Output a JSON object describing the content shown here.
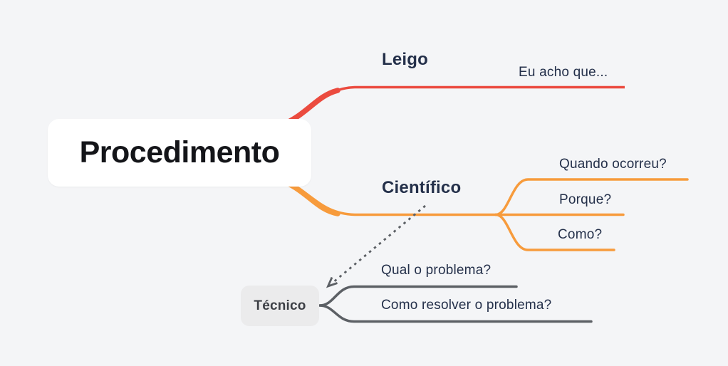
{
  "root": {
    "label": "Procedimento"
  },
  "branches": [
    {
      "name": "Leigo",
      "color": "#eb4b3f",
      "children": [
        "Eu acho que..."
      ]
    },
    {
      "name": "Científico",
      "color": "#f79b3c",
      "children": [
        "Quando ocorreu?",
        "Porque?",
        "Como?"
      ]
    },
    {
      "name": "Técnico",
      "color": "#5c6065",
      "children": [
        "Qual o problema?",
        "Como resolver o problema?"
      ]
    }
  ],
  "relationship": {
    "from": "Científico",
    "to": "Técnico",
    "style": "dotted-arrow",
    "color": "#5c6065"
  },
  "colors": {
    "background": "#f4f5f7",
    "root_bg": "#ffffff",
    "root_text": "#141519",
    "branch_red": "#eb4b3f",
    "branch_orange": "#f79b3c",
    "branch_gray": "#5c6065",
    "node_text": "#24304a",
    "tecnico_bg": "#ebebec",
    "tecnico_text": "#3c3f45"
  }
}
